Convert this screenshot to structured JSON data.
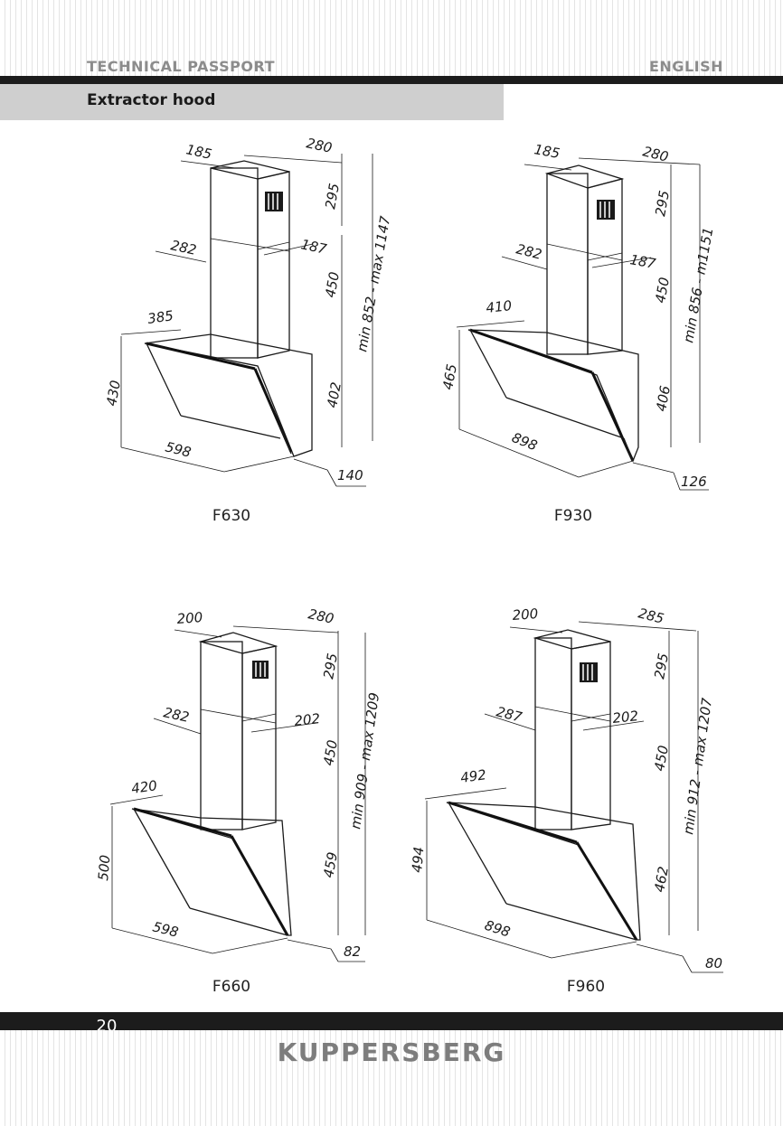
{
  "header": {
    "left": "TECHNICAL PASSPORT",
    "right": "ENGLISH"
  },
  "section": {
    "title": "Extractor hood"
  },
  "diagrams": [
    {
      "model": "F630",
      "dims": {
        "top_depth": "185",
        "top_width": "280",
        "upper_height": "295",
        "mid_depth": "282",
        "mid_width": "187",
        "lower_height": "450",
        "total_height": "min 852 - max 1147",
        "front_depth": "385",
        "body_height": "430",
        "hood_height": "402",
        "width": "598",
        "bottom_depth": "140"
      }
    },
    {
      "model": "F930",
      "dims": {
        "top_depth": "185",
        "top_width": "280",
        "upper_height": "295",
        "mid_depth": "282",
        "mid_width": "187",
        "lower_height": "450",
        "total_height": "min 856 - m1151",
        "front_depth": "410",
        "body_height": "465",
        "hood_height": "406",
        "width": "898",
        "bottom_depth": "126"
      }
    },
    {
      "model": "F660",
      "dims": {
        "top_depth": "200",
        "top_width": "280",
        "upper_height": "295",
        "mid_depth": "282",
        "mid_width": "202",
        "lower_height": "450",
        "total_height": "min 909 - max 1209",
        "front_depth": "420",
        "body_height": "500",
        "hood_height": "459",
        "width": "598",
        "bottom_depth": "82"
      }
    },
    {
      "model": "F960",
      "dims": {
        "top_depth": "200",
        "top_width": "285",
        "upper_height": "295",
        "mid_depth": "287",
        "mid_width": "202",
        "lower_height": "450",
        "total_height": "min 912 - max 1207",
        "front_depth": "492",
        "body_height": "494",
        "hood_height": "462",
        "width": "898",
        "bottom_depth": "80"
      }
    }
  ],
  "footer": {
    "page_number": "20",
    "brand": "KUPPERSBERG"
  }
}
